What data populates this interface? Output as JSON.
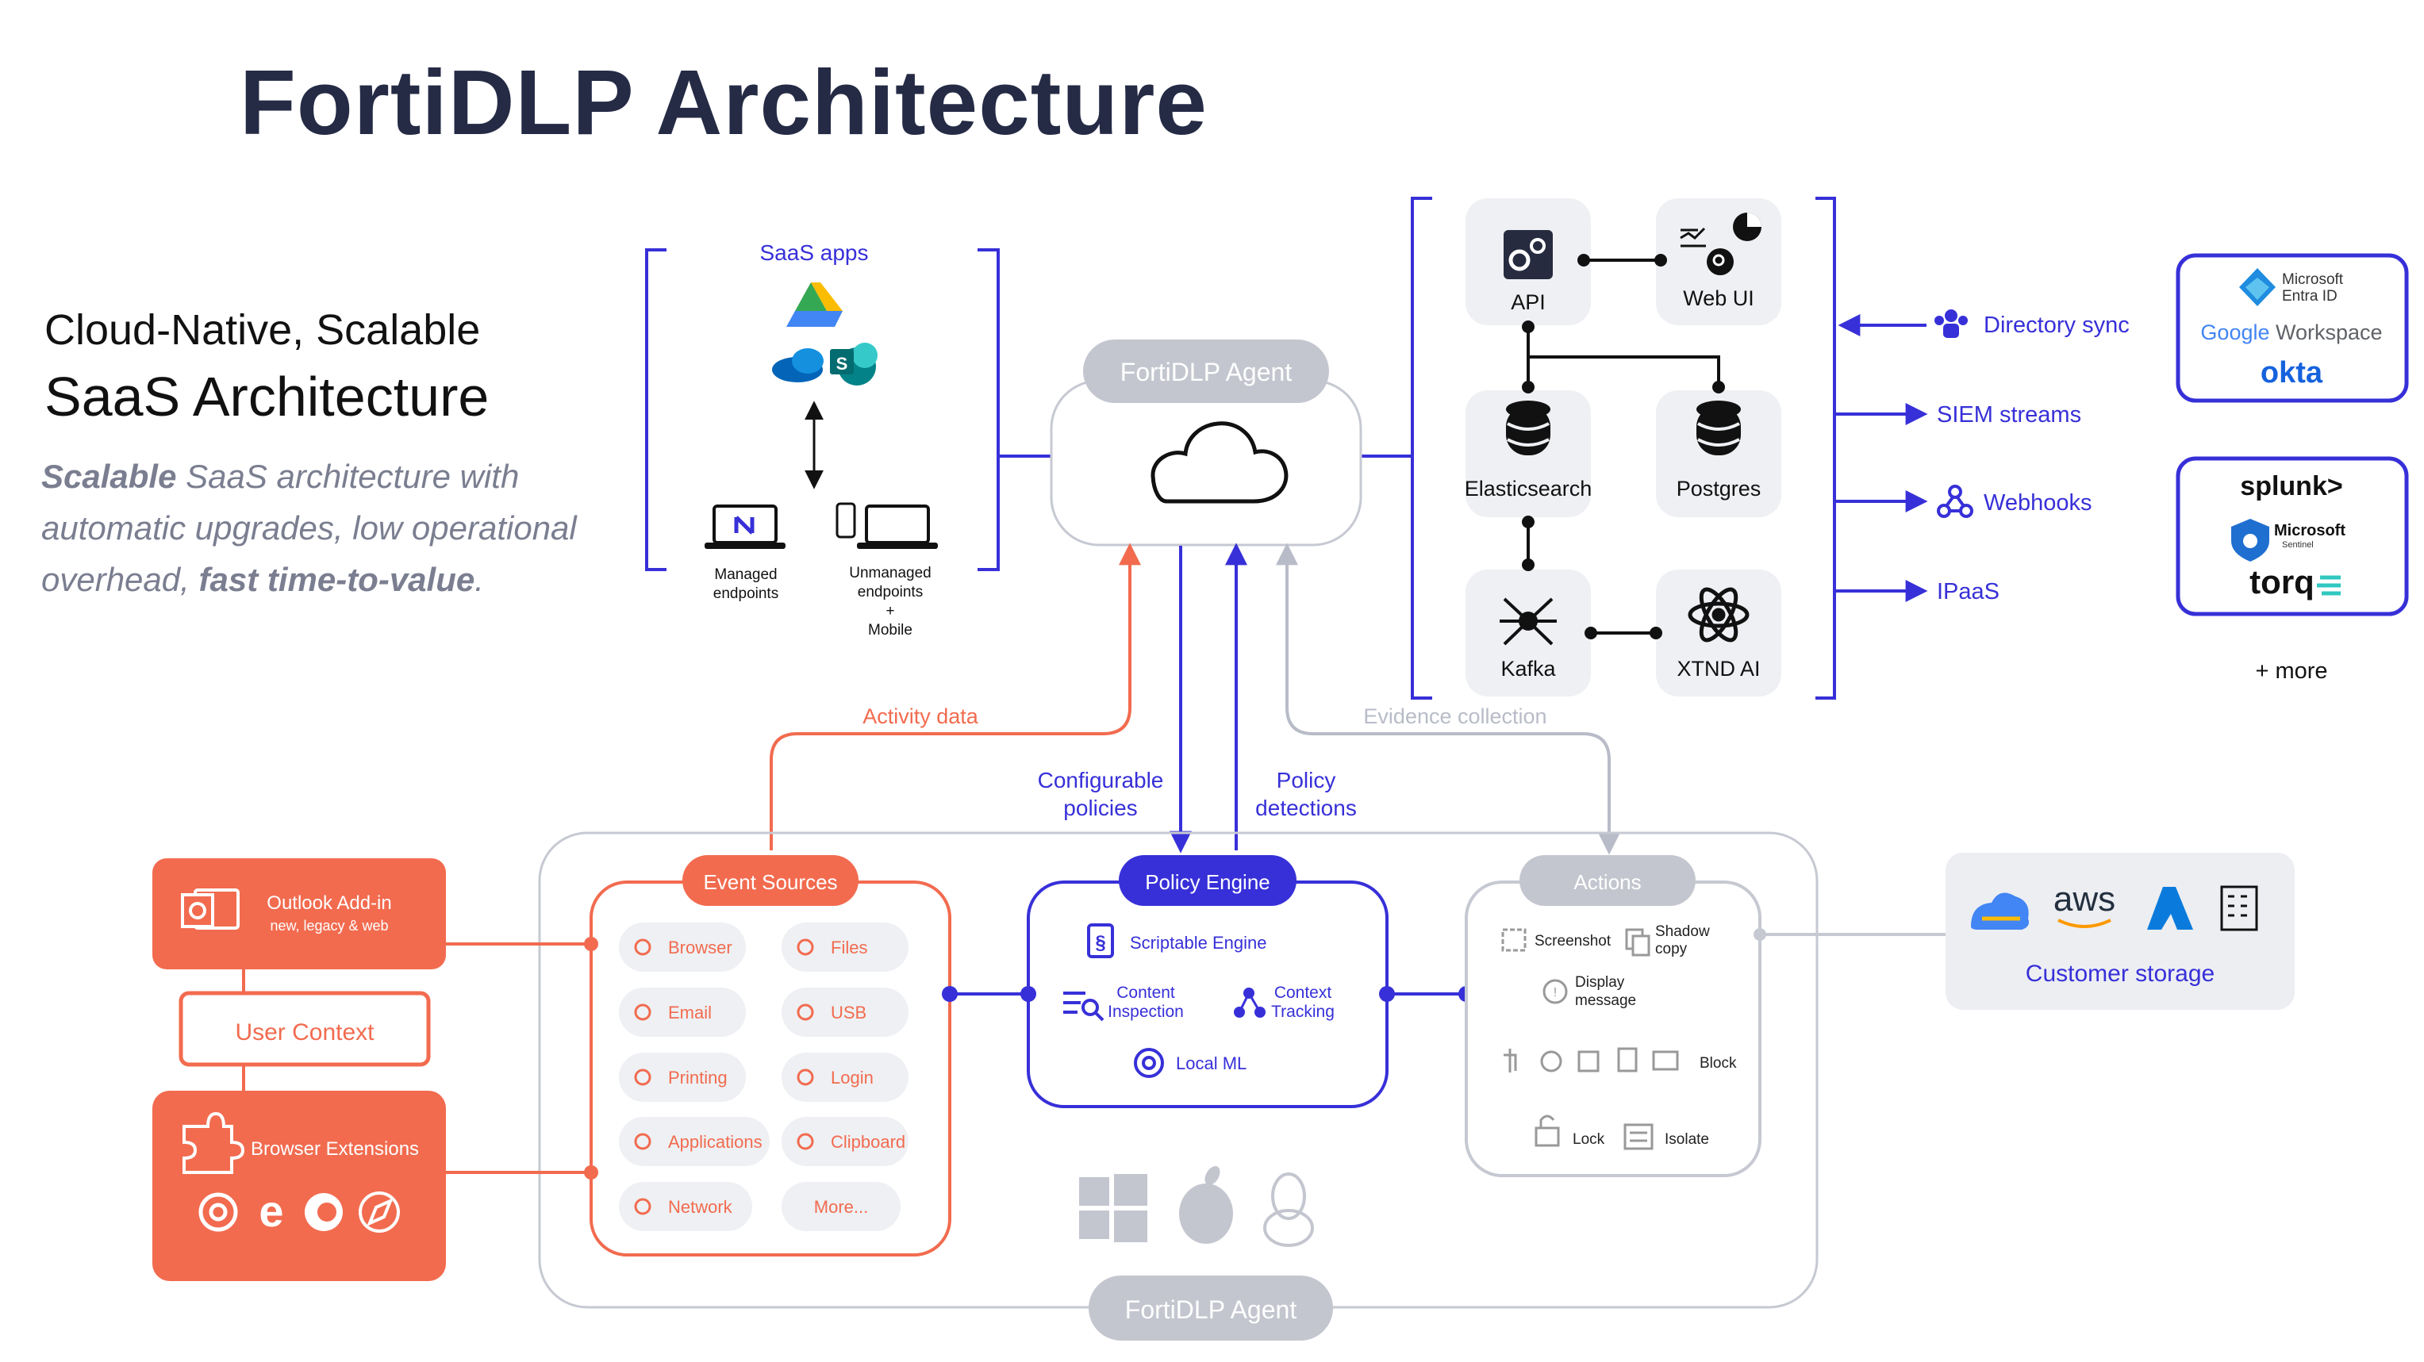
{
  "title": "FortiDLP Architecture",
  "subtitle_1": "Cloud-Native, Scalable",
  "subtitle_2": "SaaS Architecture",
  "description": {
    "bold_1": "Scalable",
    "text_1": " SaaS architecture with automatic upgrades, low operational overhead, ",
    "bold_2": "fast time-to-value",
    "text_2": "."
  },
  "saas_apps": {
    "label": "SaaS apps",
    "managed": [
      "Managed",
      "endpoints"
    ],
    "unmanaged": [
      "Unmanaged",
      "endpoints",
      "+",
      "Mobile"
    ]
  },
  "cloud_agent_label": "FortiDLP Agent",
  "backend": {
    "api": "API",
    "web_ui": "Web UI",
    "elasticsearch": "Elasticsearch",
    "postgres": "Postgres",
    "kafka": "Kafka",
    "xtnd_ai": "XTND AI"
  },
  "outputs": {
    "directory_sync": "Directory sync",
    "siem_streams": "SIEM streams",
    "webhooks": "Webhooks",
    "ipaas": "IPaaS"
  },
  "partners_identity": {
    "ms_line1": "Microsoft",
    "ms_line2": "Entra ID",
    "google_g": "Google",
    "google_ws": " Workspace",
    "okta": "okta"
  },
  "partners_siem": {
    "splunk": "splunk>",
    "ms_sentinel": "Microsoft",
    "ms_sentinel_sub": "Sentinel",
    "torq": "torq"
  },
  "more": "+ more",
  "flows": {
    "activity_data": "Activity data",
    "evidence_collection": "Evidence collection",
    "configurable_policies": [
      "Configurable",
      "policies"
    ],
    "policy_detections": [
      "Policy",
      "detections"
    ]
  },
  "event_sources": {
    "title": "Event Sources",
    "items": [
      "Browser",
      "Files",
      "Email",
      "USB",
      "Printing",
      "Login",
      "Applications",
      "Clipboard",
      "Network",
      "More..."
    ]
  },
  "policy_engine": {
    "title": "Policy Engine",
    "scriptable": "Scriptable Engine",
    "content_inspection": [
      "Content",
      "Inspection"
    ],
    "context_tracking": [
      "Context",
      "Tracking"
    ],
    "local_ml": "Local ML"
  },
  "actions": {
    "title": "Actions",
    "screenshot": "Screenshot",
    "shadow_copy": [
      "Shadow",
      "copy"
    ],
    "display_message": [
      "Display",
      "message"
    ],
    "block": "Block",
    "lock": "Lock",
    "isolate": "Isolate"
  },
  "outlook": {
    "title": "Outlook Add-in",
    "sub": "new, legacy & web"
  },
  "user_context": "User Context",
  "browser_extensions": "Browser Extensions",
  "bottom_agent_label": "FortiDLP Agent",
  "customer_storage": {
    "label": "Customer storage",
    "aws": "aws"
  },
  "colors": {
    "navy": "#252b45",
    "blue": "#3730d8",
    "orange": "#f26b4f",
    "gray": "#b8bcc8",
    "light_gray": "#eceef2"
  }
}
